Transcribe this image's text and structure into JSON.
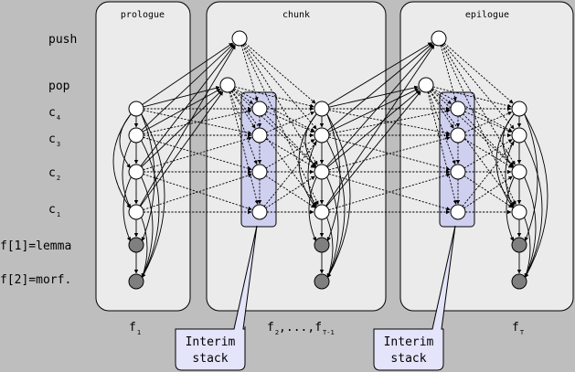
{
  "panels": {
    "prologue": "prologue",
    "chunk": "chunk",
    "epilogue": "epilogue"
  },
  "row_labels": {
    "push": "push",
    "pop": "pop",
    "c4": "c",
    "c4_sub": "4",
    "c3": "c",
    "c3_sub": "3",
    "c2": "c",
    "c2_sub": "2",
    "c1": "c",
    "c1_sub": "1",
    "f1": "f[1]=lemma",
    "f2": "f[2]=morf."
  },
  "callouts": {
    "left_line1": "Interim",
    "left_line2": "stack",
    "right_line1": "Interim",
    "right_line2": "stack"
  },
  "factors": {
    "first": "f",
    "first_sub": "1",
    "middle": "f",
    "middle_sub1": "2",
    "middle_sep": ",...,",
    "middle_f2": "f",
    "middle_sub2": "T-1",
    "last": "f",
    "last_sub": "T"
  },
  "colors": {
    "background": "#bebebe",
    "panel": "#ebebeb",
    "stack_box": "#cfd0ef",
    "callout": "#e4e4fb",
    "observed_node": "#7f7f7f"
  }
}
